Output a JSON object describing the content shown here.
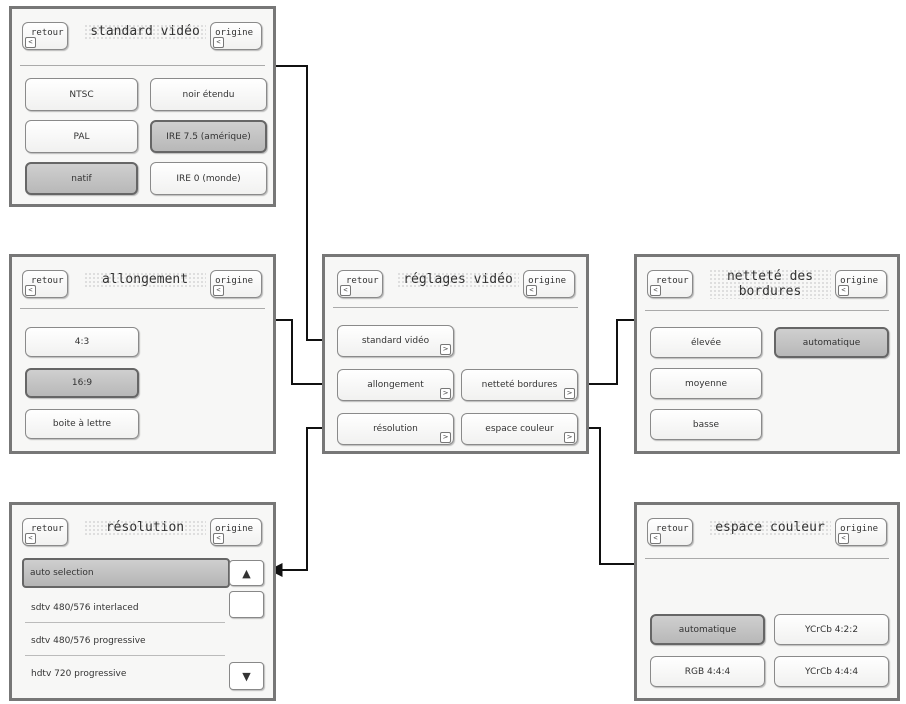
{
  "back_label": "retour",
  "home_label": "origine",
  "icons": {
    "back": "back-arrow-icon",
    "next": "next-arrow-icon",
    "up": "scroll-up-icon",
    "down": "scroll-down-icon"
  },
  "center": {
    "title": "réglages vidéo",
    "items": [
      "standard vidéo",
      "allongement",
      "netteté bordures",
      "résolution",
      "espace couleur"
    ]
  },
  "standard": {
    "title": "standard vidéo",
    "options": [
      "NTSC",
      "noir étendu",
      "PAL",
      "IRE 7.5 (amérique)",
      "natif",
      "IRE 0 (monde)"
    ],
    "selected": [
      "IRE 7.5 (amérique)",
      "natif"
    ]
  },
  "aspect": {
    "title": "allongement",
    "options": [
      "4:3",
      "16:9",
      "boite à lettre"
    ],
    "selected": "16:9"
  },
  "resolution": {
    "title": "résolution",
    "options": [
      "auto selection",
      "sdtv 480/576 interlaced",
      "sdtv 480/576 progressive",
      "hdtv 720 progressive"
    ],
    "selected": "auto selection"
  },
  "sharpness": {
    "title_line1": "netteté des",
    "title_line2": "bordures",
    "options": [
      "élevée",
      "automatique",
      "moyenne",
      "basse"
    ],
    "selected": "automatique"
  },
  "colorspace": {
    "title": "espace couleur",
    "options": [
      "automatique",
      "YCrCb 4:2:2",
      "RGB 4:4:4",
      "YCrCb 4:4:4"
    ],
    "selected": "automatique"
  }
}
